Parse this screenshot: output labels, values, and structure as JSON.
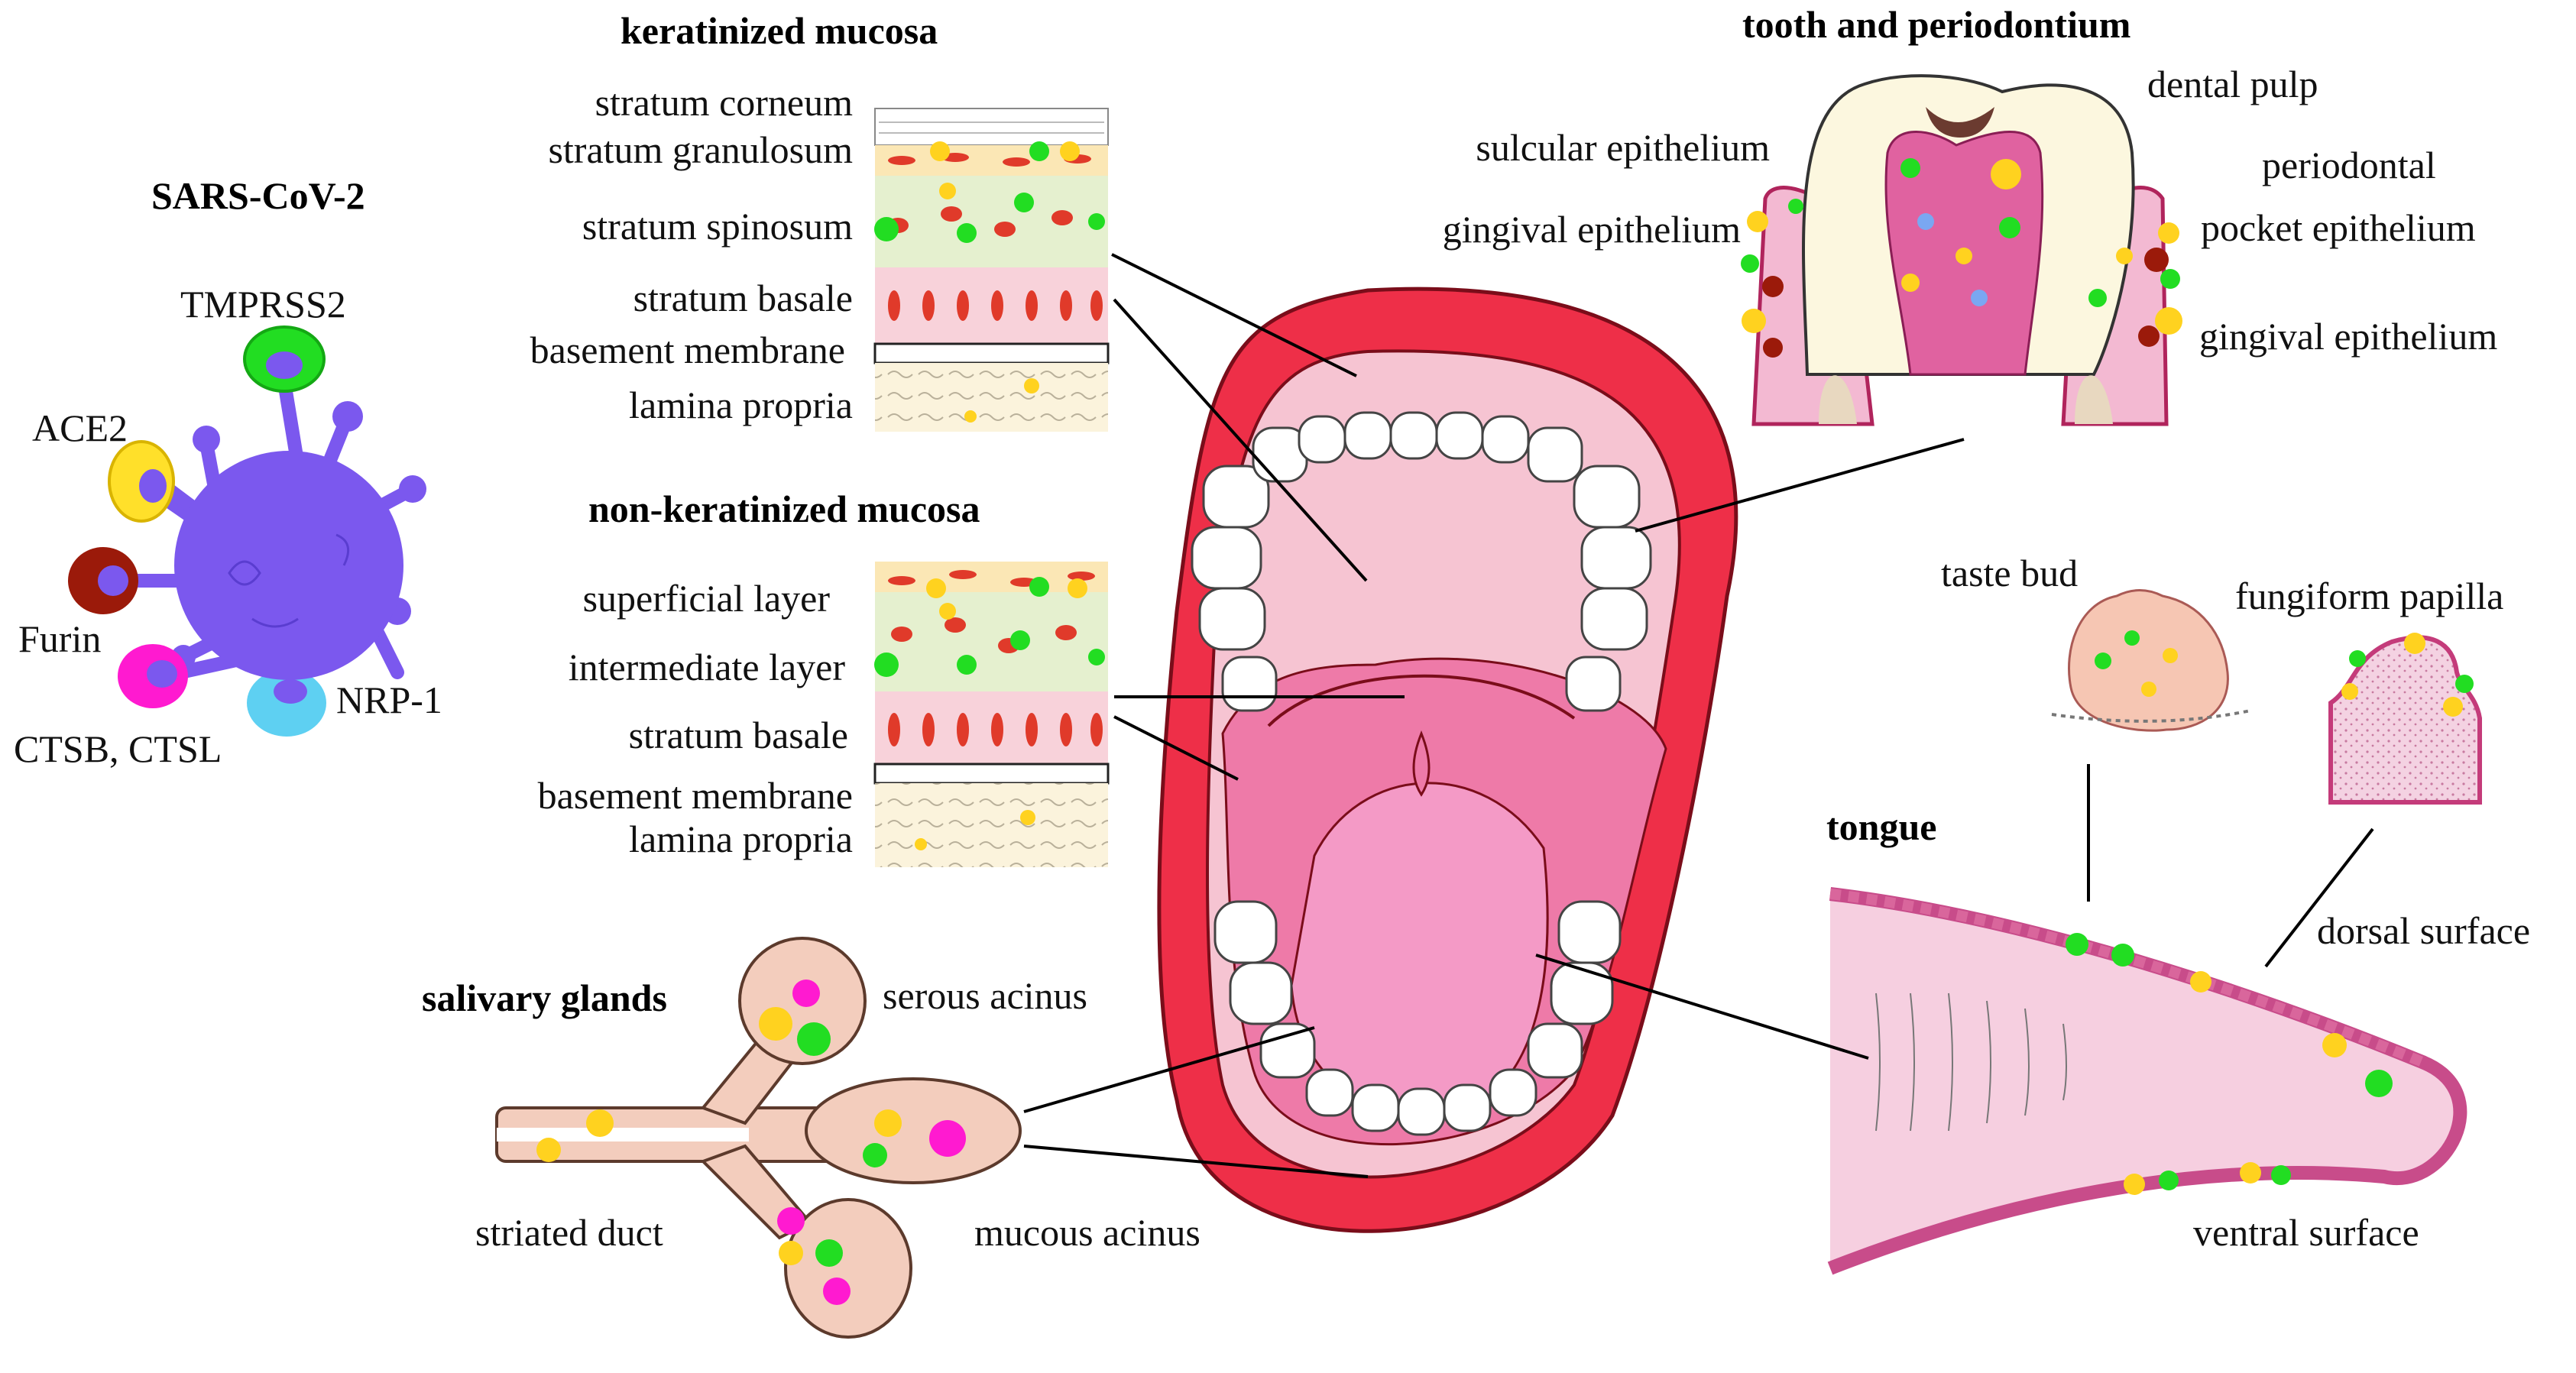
{
  "virus": {
    "title": "SARS-CoV-2",
    "receptors": {
      "tmprss2": "TMPRSS2",
      "ace2": "ACE2",
      "furin": "Furin",
      "ctsb": "CTSB, CTSL",
      "nrp1": "NRP-1"
    },
    "colors": {
      "body": "#7b58ee",
      "tmprss2": "#22dd22",
      "ace2": "#ffe02a",
      "furin": "#9b1a0a",
      "ctsb": "#ff1ad0",
      "nrp1": "#5ed0f2"
    }
  },
  "keratinized": {
    "title": "keratinized mucosa",
    "layers": [
      "stratum corneum",
      "stratum granulosum",
      "stratum spinosum",
      "stratum basale",
      "basement membrane",
      "lamina propria"
    ]
  },
  "nonkeratinized": {
    "title": "non-keratinized mucosa",
    "layers": [
      "superficial layer",
      "intermediate layer",
      "stratum basale",
      "basement membrane",
      "lamina propria"
    ]
  },
  "salivary": {
    "title": "salivary glands",
    "serous": "serous acinus",
    "duct": "striated duct",
    "mucous": "mucous acinus"
  },
  "tooth": {
    "title": "tooth and periodontium",
    "pulp": "dental pulp",
    "sulcular": "sulcular epithelium",
    "gingival_left": "gingival epithelium",
    "periodontal_1": "periodontal",
    "periodontal_2": "pocket epithelium",
    "gingival_right": "gingival epithelium"
  },
  "tongue": {
    "title": "tongue",
    "taste_bud": "taste bud",
    "fungiform": "fungiform papilla",
    "dorsal": "dorsal surface",
    "ventral": "ventral surface"
  }
}
